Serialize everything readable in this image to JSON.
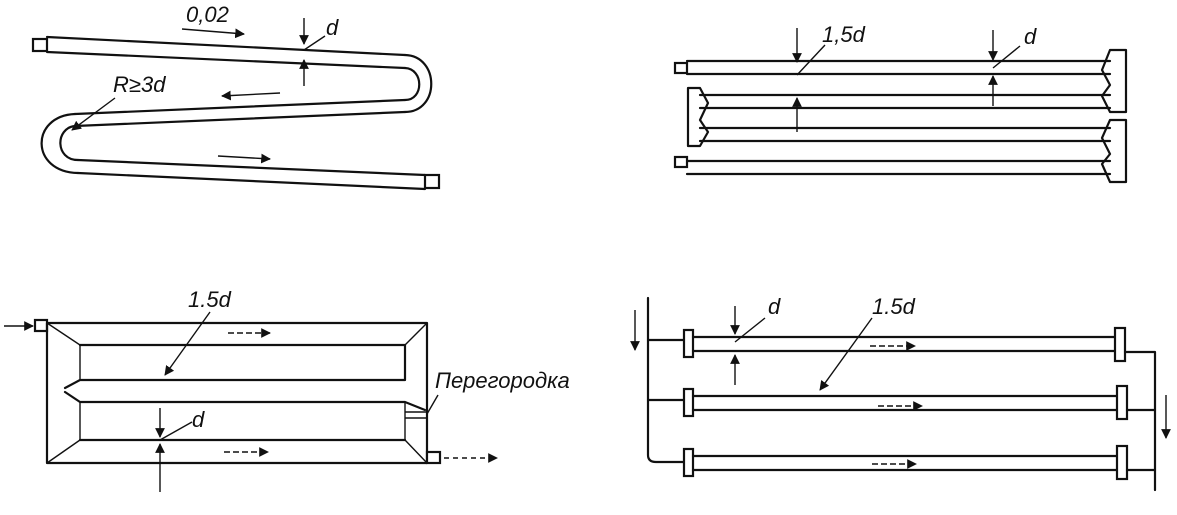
{
  "diagrams": {
    "coil": {
      "flow_label": "0,02",
      "diameter_label": "d",
      "radius_label": "R≥3d"
    },
    "double_pass": {
      "spacing_label": "1,5d",
      "diameter_label": "d"
    },
    "partitioned_box": {
      "spacing_label": "1.5d",
      "diameter_label": "d",
      "partition_label": "Перегородка"
    },
    "parallel_tubes": {
      "diameter_label": "d",
      "spacing_label": "1.5d"
    }
  },
  "colors": {
    "ink": "#111111",
    "paper": "#ffffff"
  }
}
